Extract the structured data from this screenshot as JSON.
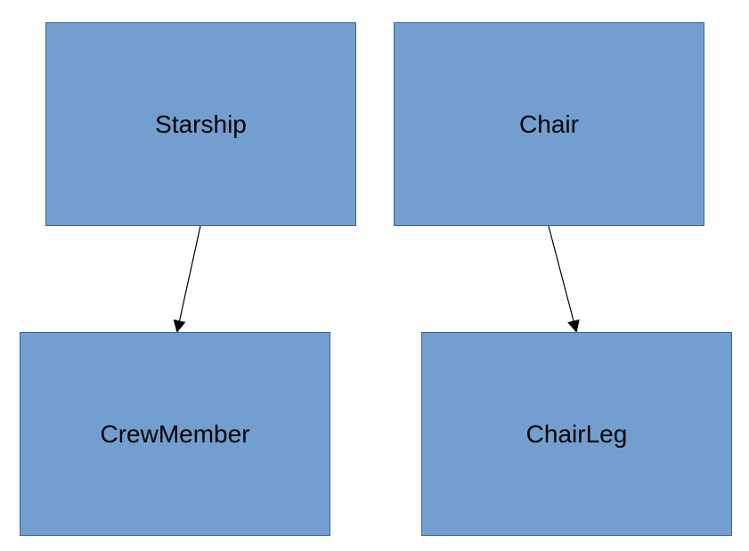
{
  "diagram": {
    "nodes": [
      {
        "id": "starship",
        "label": "Starship"
      },
      {
        "id": "chair",
        "label": "Chair"
      },
      {
        "id": "crew",
        "label": "CrewMember"
      },
      {
        "id": "chairleg",
        "label": "ChairLeg"
      }
    ],
    "edges": [
      {
        "from": "starship",
        "to": "crew"
      },
      {
        "from": "chair",
        "to": "chairleg"
      }
    ]
  },
  "colors": {
    "node_fill": "#729fcf",
    "node_border": "#3465a4",
    "edge": "#000000",
    "text": "#000000"
  }
}
